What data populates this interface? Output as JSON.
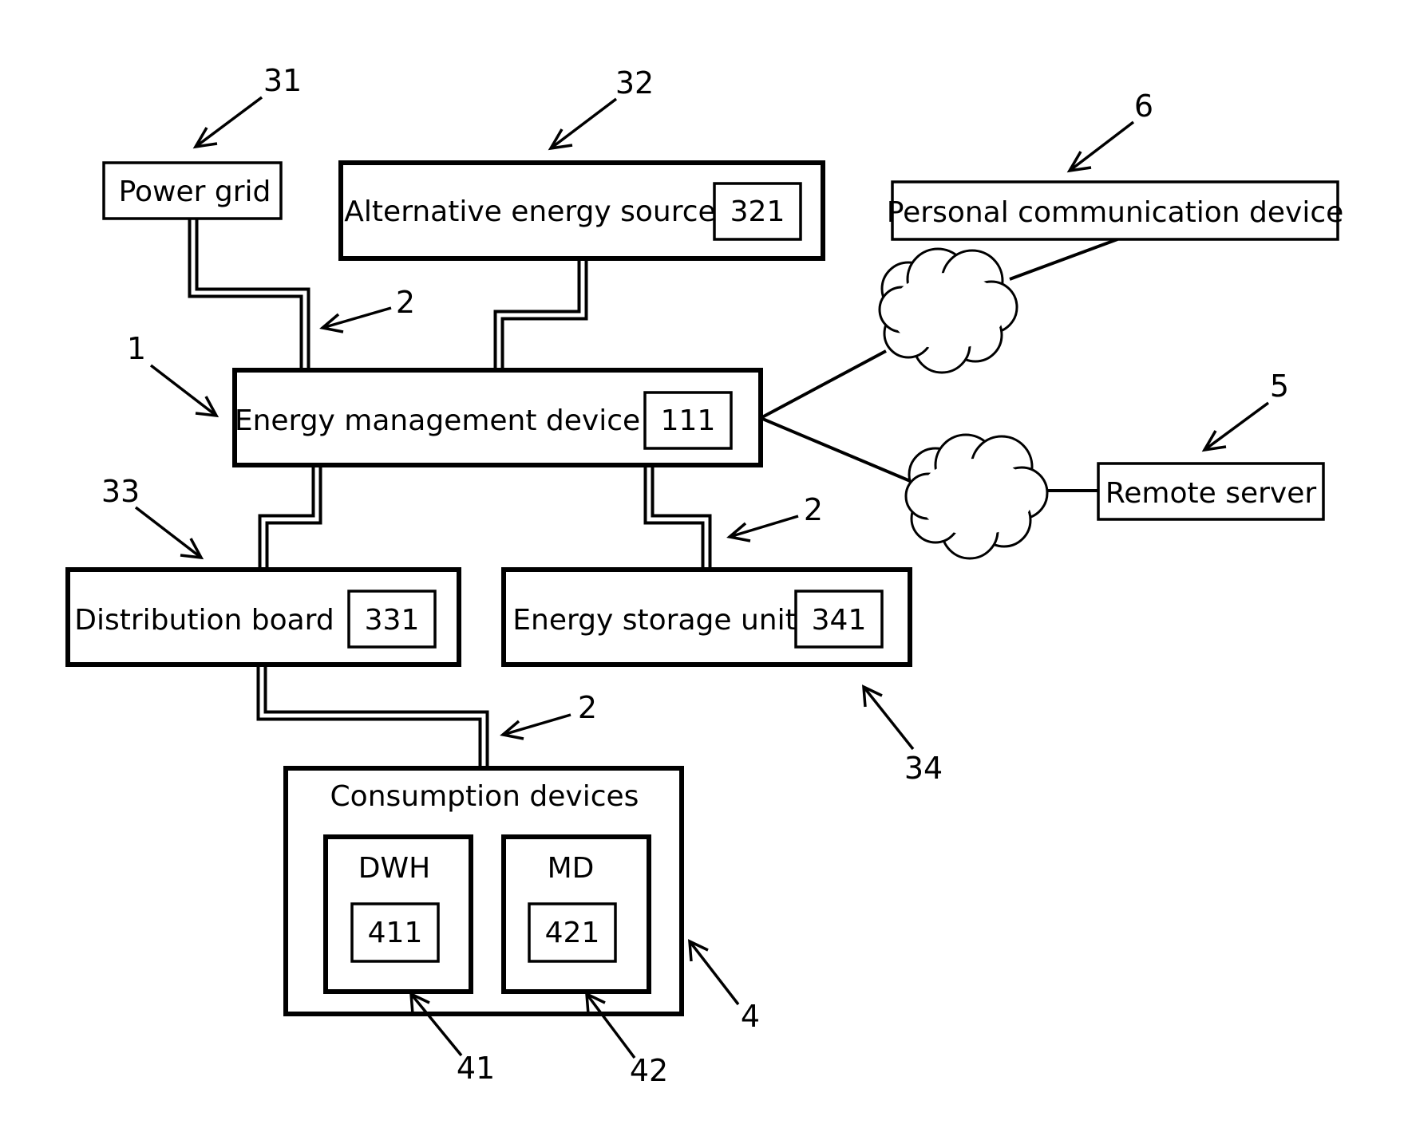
{
  "diagram": {
    "power_grid": {
      "label": "Power grid",
      "ref": "31"
    },
    "alt_source": {
      "label": "Alternative energy source",
      "code": "321",
      "ref": "32"
    },
    "personal_device": {
      "label": "Personal communication device",
      "ref": "6"
    },
    "emd": {
      "label": "Energy management device",
      "code": "111",
      "ref": "1"
    },
    "remote_server": {
      "label": "Remote server",
      "ref": "5"
    },
    "dist_board": {
      "label": "Distribution board",
      "code": "331",
      "ref": "33"
    },
    "storage": {
      "label": "Energy storage unit",
      "code": "341",
      "ref": "34"
    },
    "consumption": {
      "label": "Consumption devices",
      "ref": "4"
    },
    "dwh": {
      "label": "DWH",
      "code": "411",
      "ref": "41"
    },
    "md": {
      "label": "MD",
      "code": "421",
      "ref": "42"
    },
    "power_line": {
      "ref": "2"
    }
  }
}
